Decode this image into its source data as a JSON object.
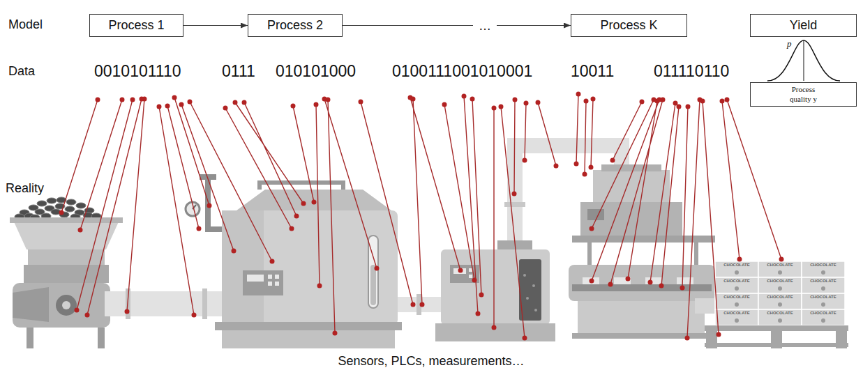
{
  "diagram": {
    "nodes": [
      {
        "text": [
          "Process 1"
        ]
      },
      {
        "text": [
          "Process 2"
        ]
      },
      {
        "text": [
          "Process K"
        ]
      },
      {
        "text": [
          "Yield"
        ]
      },
      {
        "text": [
          "Process quality y"
        ]
      }
    ],
    "edges": [
      {
        "from": 0,
        "to": 1,
        "arrow": "to"
      },
      {
        "from": 1,
        "to": 2,
        "label": "…",
        "arrow": "to"
      }
    ],
    "labels": [
      "Model",
      "Data",
      "Reality",
      "0010101110",
      "0111",
      "010101000",
      "0100111001010001",
      "10011",
      "011110110",
      "p",
      "CHOCOLATE",
      "CHOCOLATE",
      "CHOCOLATE",
      "CHOCOLATE",
      "CHOCOLATE",
      "CHOCOLATE",
      "CHOCOLATE",
      "CHOCOLATE",
      "CHOCOLATE",
      "CHOCOLATE",
      "CHOCOLATE",
      "CHOCOLATE",
      "Sensors, PLCs, measurements…"
    ]
  }
}
